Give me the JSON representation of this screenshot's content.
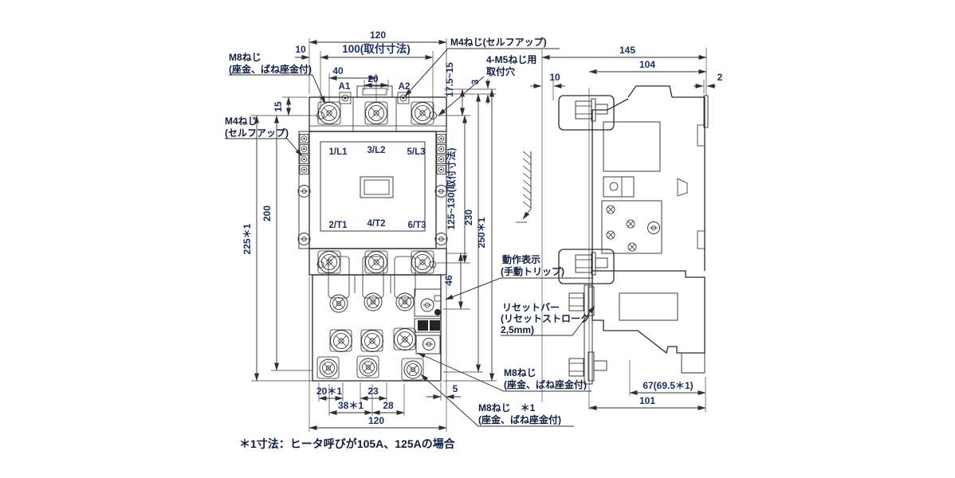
{
  "note": "＊1寸法：ヒータ呼びが105A、125Aの場合",
  "front": {
    "terms": {
      "a1": "A1",
      "a2": "A2",
      "l1": "1/L1",
      "l2": "3/L2",
      "l3": "5/L3",
      "t1": "2/T1",
      "t2": "4/T2",
      "t3": "6/T3"
    },
    "dims": {
      "w120": "120",
      "w100": "100(取付寸法)",
      "w10": "10",
      "w40": "40",
      "w20": "20",
      "h15": "15",
      "h200": "200",
      "h225": "225＊1",
      "h125": "125~130(取付寸法)",
      "h230": "230",
      "h250": "250＊1",
      "g3": "3",
      "r17": "17.5~15",
      "h46": "46",
      "b20": "20＊1",
      "b23": "23",
      "b38": "38＊1",
      "b28": "28",
      "b120": "120",
      "g5": "5"
    },
    "labels": {
      "m8_top_1": "M8ねじ",
      "m8_top_2": "(座金、ばね座金付)",
      "m4_left_1": "M4ねじ",
      "m4_left_2": "(セルフアップ)",
      "m4_top": "M4ねじ(セルフアップ)",
      "m5_1": "4-M5ねじ用",
      "m5_2": "取付穴",
      "ind_1": "動作表示",
      "ind_2": "(手動トリップ)",
      "reset_1": "リセットバー",
      "reset_2": "(リセットストローク",
      "reset_3": "2,5mm)",
      "m8_mid_1": "M8ねじ",
      "m8_mid_2": "(座金、ばね座金付)",
      "m8_bot_1": "M8ねじ　＊1",
      "m8_bot_2": "(座金、ばね座金付)"
    }
  },
  "side": {
    "dims": {
      "d145": "145",
      "d104": "104",
      "d10": "10",
      "d2": "2",
      "d67": "67(69.5＊1)",
      "d101": "101"
    }
  }
}
